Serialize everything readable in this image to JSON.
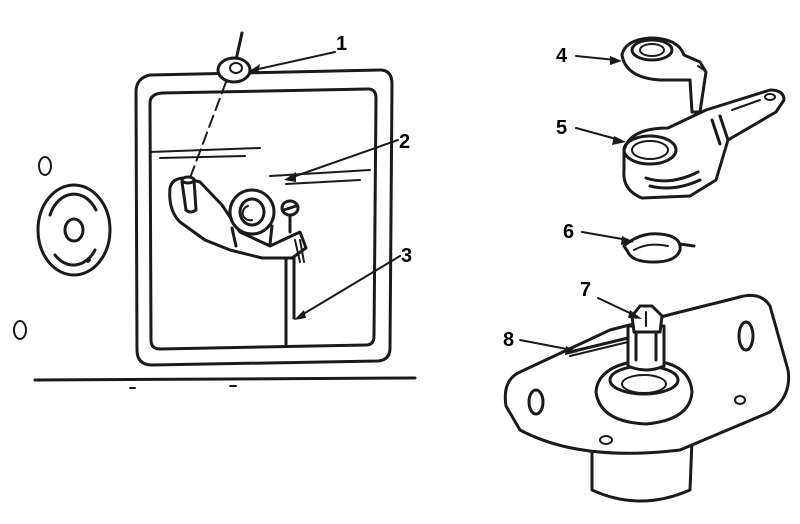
{
  "diagram": {
    "callouts": [
      {
        "id": "1",
        "label": "1"
      },
      {
        "id": "2",
        "label": "2"
      },
      {
        "id": "3",
        "label": "3"
      },
      {
        "id": "4",
        "label": "4"
      },
      {
        "id": "5",
        "label": "5"
      },
      {
        "id": "6",
        "label": "6"
      },
      {
        "id": "7",
        "label": "7"
      },
      {
        "id": "8",
        "label": "8"
      }
    ],
    "colors": {
      "ink": "#1a1a1a",
      "paper": "#ffffff"
    }
  }
}
